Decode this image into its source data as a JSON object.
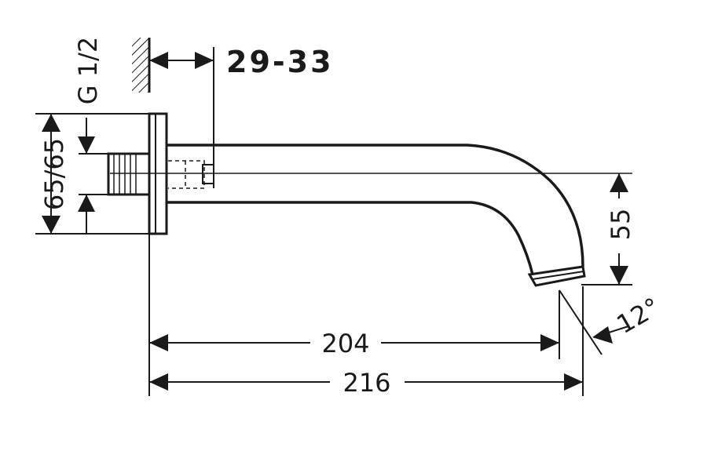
{
  "dimensions": {
    "wall_range": "29-33",
    "thread": "G 1/2",
    "flange": "65/65",
    "height": "55",
    "angle": "12°",
    "length_short": "204",
    "length_long": "216"
  },
  "colors": {
    "line": "#1a1a1a",
    "background": "#ffffff"
  }
}
